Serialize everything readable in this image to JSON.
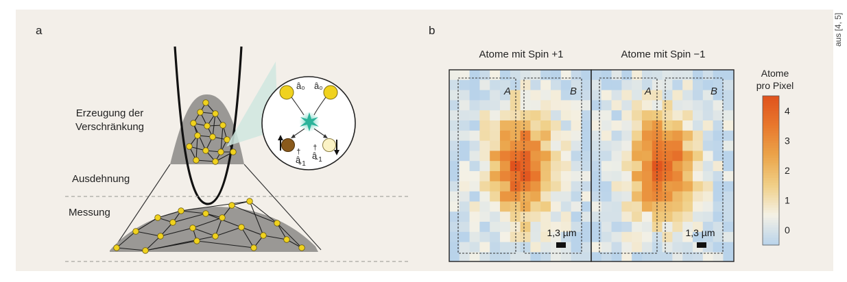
{
  "panel_a": {
    "label": "a",
    "creation_label_line1": "Erzeugung der",
    "creation_label_line2": "Verschränkung",
    "expansion_label": "Ausdehnung",
    "measurement_label": "Messung",
    "inset": {
      "a0_left": "â₀",
      "a0_right": "â₀",
      "a_plus_base": "â",
      "a_plus_sup": "†",
      "a_plus_sub": "+1",
      "a_minus_base": "â",
      "a_minus_sup": "†",
      "a_minus_sub": "−1"
    }
  },
  "panel_b": {
    "label": "b",
    "title_left": "Atome mit Spin +1",
    "title_right": "Atome mit Spin −1",
    "region_a": "A",
    "region_b": "B",
    "scale_left": "1,3 µm",
    "scale_right": "1,3 µm",
    "colorbar": {
      "title_line1": "Atome",
      "title_line2": "pro Pixel",
      "ticks": [
        "4",
        "3",
        "2",
        "1",
        "0"
      ],
      "tick_values": [
        4,
        3,
        2,
        1,
        0
      ],
      "range": [
        -0.5,
        4.5
      ],
      "colors": [
        "#b9d3ea",
        "#f4f1e6",
        "#f0cf86",
        "#eba44a",
        "#e8782d",
        "#e0521d"
      ]
    }
  },
  "source": "aus [4, 5]",
  "colors": {
    "panel_bg": "#f3efe9",
    "cone_gray": "#9a9895",
    "node_yellow": "#f0d21e",
    "teal_glow": "#7fd6c4"
  }
}
